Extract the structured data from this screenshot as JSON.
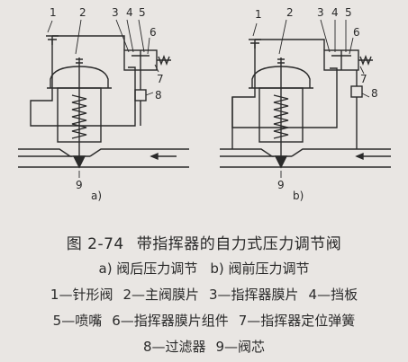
{
  "diagram_a": {
    "labels": [
      "1",
      "2",
      "3",
      "4",
      "5",
      "6",
      "7",
      "8",
      "9"
    ],
    "sublabel": "a)"
  },
  "diagram_b": {
    "labels": [
      "1",
      "2",
      "3",
      "4",
      "5",
      "6",
      "7",
      "8",
      "9"
    ],
    "sublabel": "b)"
  },
  "caption": {
    "figure_number": "图 2-74",
    "title": "带指挥器的自力式压力调节阀",
    "subtitle_a": "a) 阀后压力调节",
    "subtitle_b": "b) 阀前压力调节"
  },
  "legend": [
    "1—针形阀",
    "2—主阀膜片",
    "3—指挥器膜片",
    "4—挡板",
    "5—喷嘴",
    "6—指挥器膜片组件",
    "7—指挥器定位弹簧",
    "8—过滤器",
    "9—阀芯"
  ]
}
